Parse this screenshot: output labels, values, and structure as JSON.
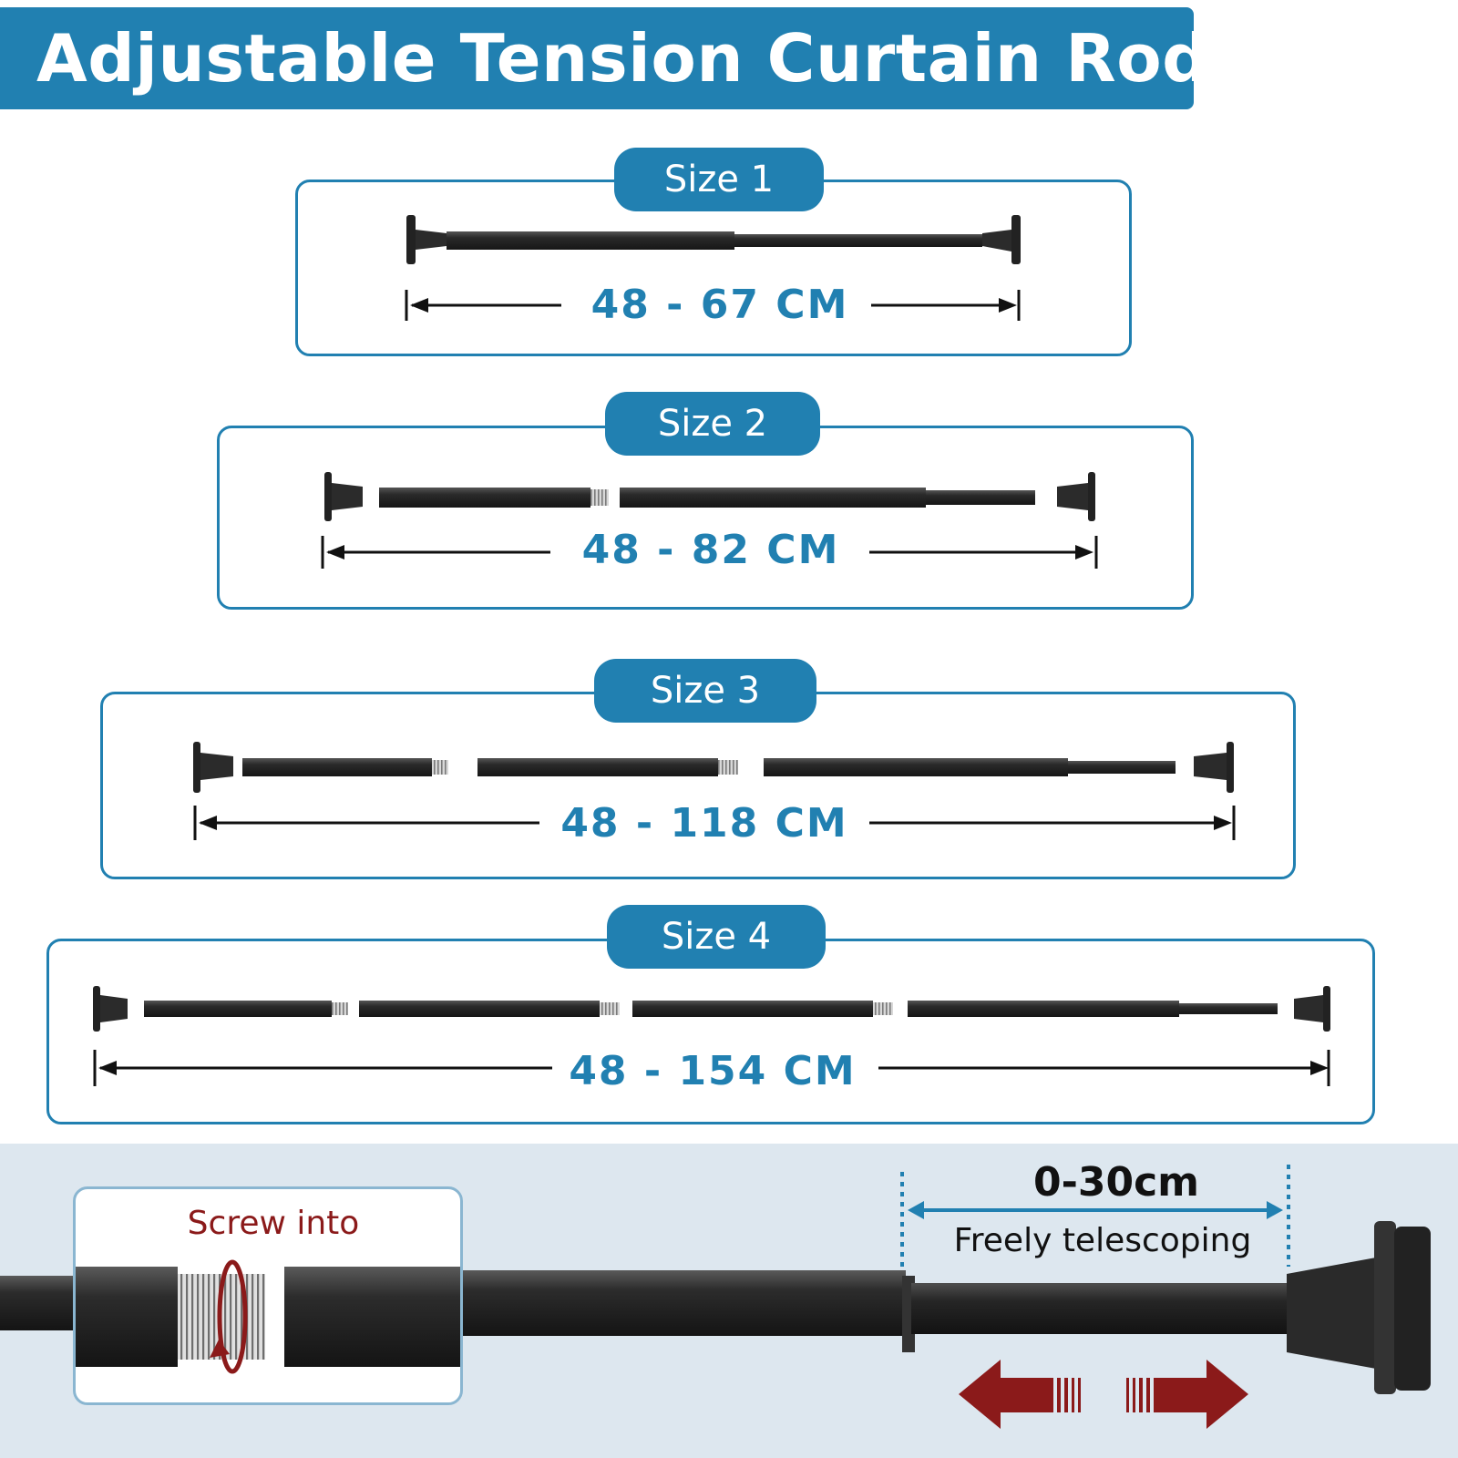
{
  "header": {
    "title": "Adjustable Tension Curtain Rod"
  },
  "sizes": [
    {
      "label": "Size 1",
      "range": "48 - 67 CM"
    },
    {
      "label": "Size 2",
      "range": "48 - 82 CM"
    },
    {
      "label": "Size 3",
      "range": "48 - 118 CM"
    },
    {
      "label": "Size 4",
      "range": "48 - 154 CM"
    }
  ],
  "detail": {
    "screw_label": "Screw into",
    "telescoping_value": "0-30cm",
    "telescoping_caption": "Freely telescoping"
  },
  "colors": {
    "accent_blue": "#2180b1",
    "rod_black": "#2b2b2b",
    "arrow_red": "#8b1a1a",
    "panel_bg": "#dde7ef"
  }
}
